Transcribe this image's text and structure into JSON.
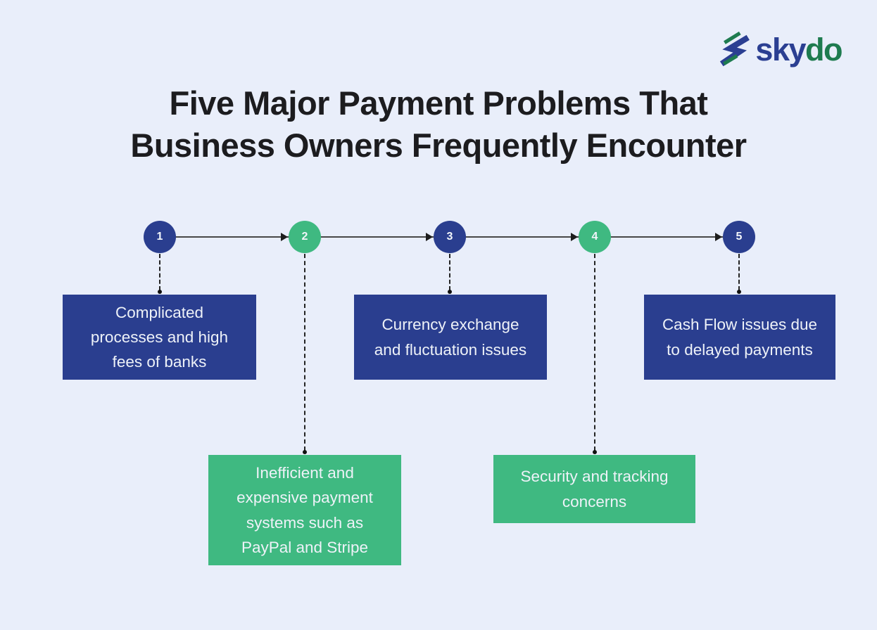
{
  "logo": {
    "text_sky": "sky",
    "text_do": "do",
    "sky_color": "#2b3f92",
    "do_color": "#1e7b4f"
  },
  "title": {
    "line1": "Five Major Payment Problems That",
    "line2": "Business Owners Frequently Encounter"
  },
  "colors": {
    "background": "#e9eefa",
    "navy": "#2a3e8f",
    "green": "#3fb981",
    "timeline_line": "#474747",
    "box_text": "#eef2f8",
    "title_text": "#1c1c1f"
  },
  "timeline": {
    "steps": [
      {
        "number": "1",
        "color": "#2a3e8f",
        "label": "Complicated\nprocesses and high\nfees of banks"
      },
      {
        "number": "2",
        "color": "#3fb981",
        "label": "Inefficient and\nexpensive payment\nsystems such as\nPayPal and Stripe"
      },
      {
        "number": "3",
        "color": "#2a3e8f",
        "label": "Currency exchange\nand fluctuation issues"
      },
      {
        "number": "4",
        "color": "#3fb981",
        "label": "Security and tracking\nconcerns"
      },
      {
        "number": "5",
        "color": "#2a3e8f",
        "label": "Cash Flow issues due\nto delayed payments"
      }
    ]
  }
}
